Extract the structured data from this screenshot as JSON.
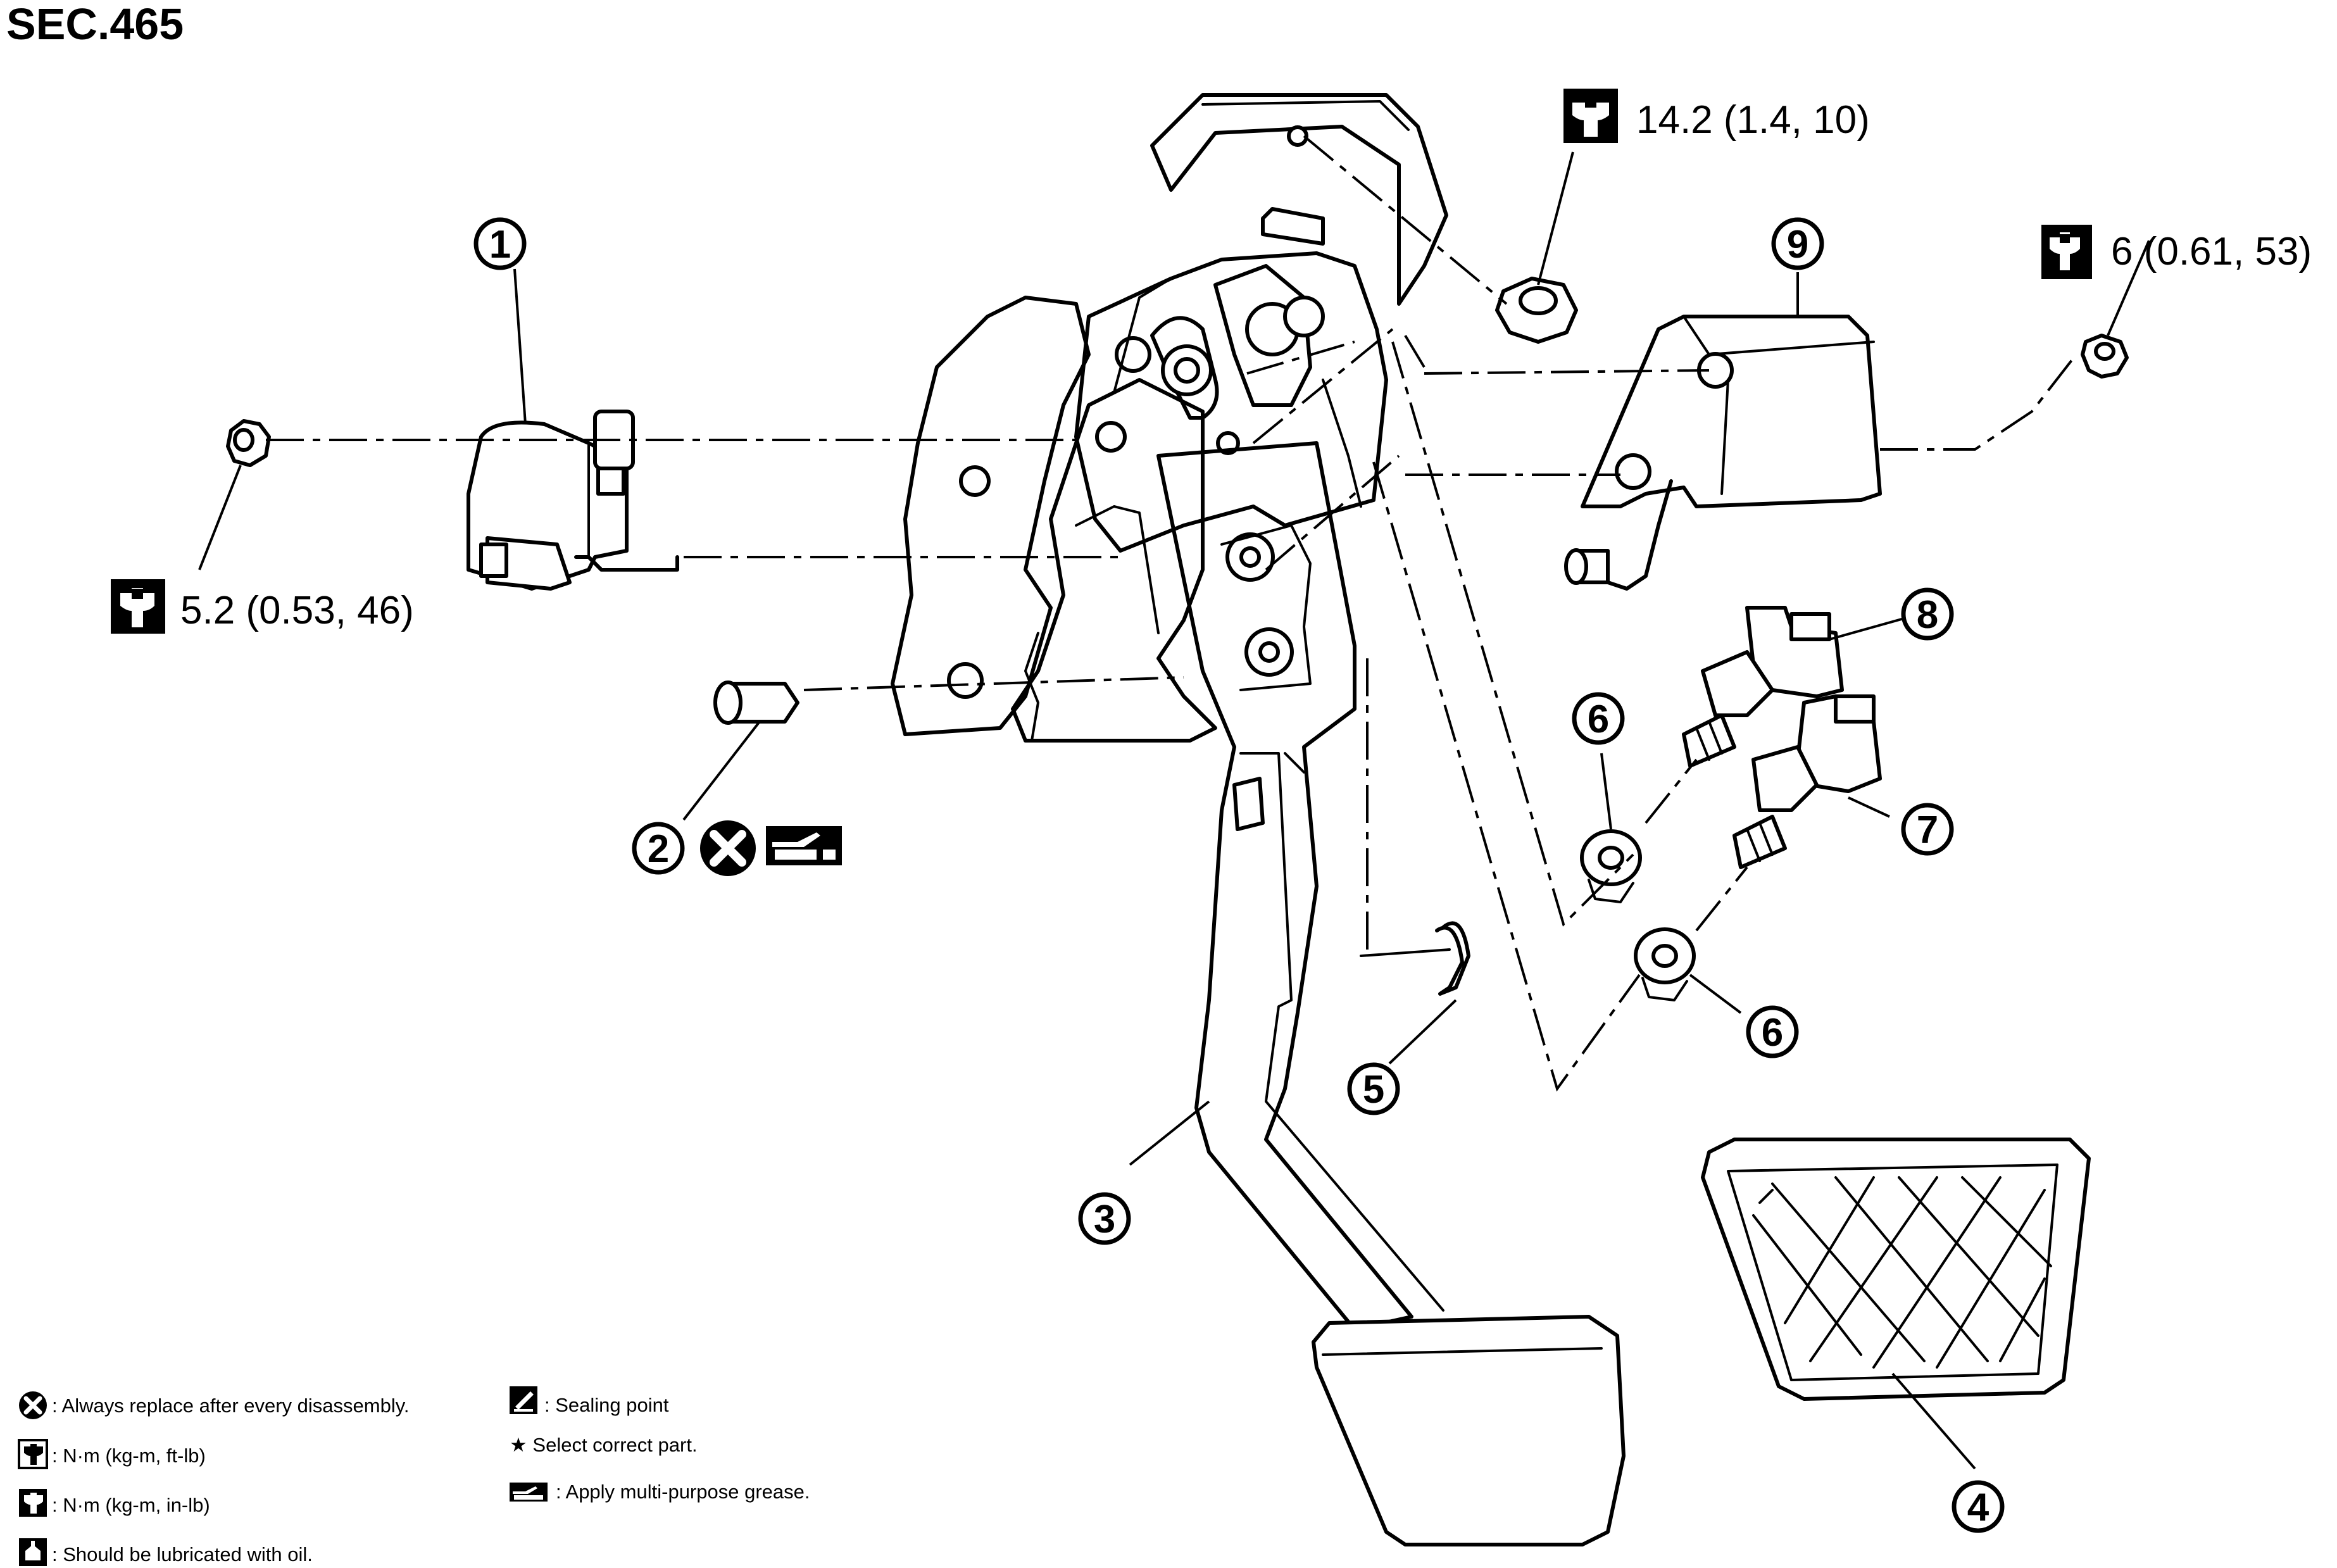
{
  "section_label": "SEC.465",
  "callouts": {
    "c1": "1",
    "c2": "2",
    "c3": "3",
    "c4": "4",
    "c5": "5",
    "c6a": "6",
    "c6b": "6",
    "c7": "7",
    "c8": "8",
    "c9": "9"
  },
  "torques": {
    "nut_top": "14.2 (1.4, 10)",
    "nut_right": "6 (0.61, 53)",
    "nut_left": "5.2 (0.53, 46)"
  },
  "legend": {
    "replace": ": Always replace after every disassembly.",
    "nm_ftlb": ": N·m (kg-m, ft-lb)",
    "nm_inlb": ": N·m (kg-m, in-lb)",
    "oil": ": Should be lubricated with oil.",
    "sealing": ": Sealing point",
    "select": "★ Select correct part.",
    "grease": ": Apply multi-purpose grease."
  }
}
